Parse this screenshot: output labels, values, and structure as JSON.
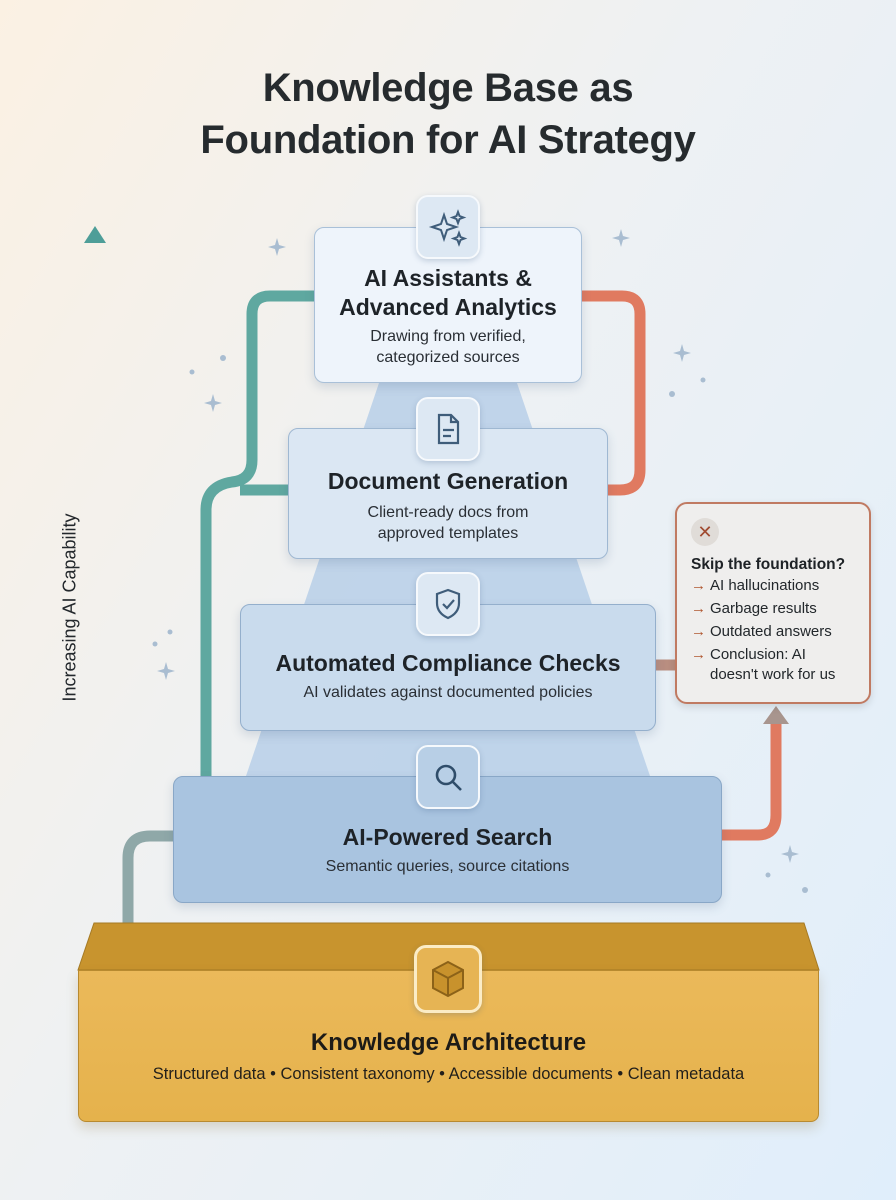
{
  "title": {
    "line1": "Knowledge Base as",
    "line2": "Foundation for AI Strategy"
  },
  "axis_label": "Increasing AI Capability",
  "layers": [
    {
      "title1": "AI Assistants &",
      "title2": "Advanced Analytics",
      "desc1": "Drawing from verified,",
      "desc2": "categorized sources",
      "icon": "sparkles-icon"
    },
    {
      "title": "Document Generation",
      "desc1": "Client-ready docs from",
      "desc2": "approved templates",
      "icon": "document-icon"
    },
    {
      "title": "Automated Compliance Checks",
      "desc": "AI validates against documented policies",
      "icon": "shield-check-icon"
    },
    {
      "title": "AI-Powered Search",
      "desc": "Semantic queries, source citations",
      "icon": "search-icon"
    }
  ],
  "foundation": {
    "title": "Knowledge Architecture",
    "desc": "Structured data • Consistent taxonomy • Accessible documents • Clean metadata",
    "icon": "cube-icon"
  },
  "warning": {
    "icon": "close-icon",
    "title": "Skip the foundation?",
    "arrow": "→",
    "items": [
      "AI hallucinations",
      "Garbage results",
      "Outdated answers",
      "Conclusion: AI doesn't work for us"
    ]
  },
  "colors": {
    "teal": "#5fa8a0",
    "coral": "#e07a60",
    "gold": "#e8b550",
    "blue": "#a9c4e0"
  }
}
